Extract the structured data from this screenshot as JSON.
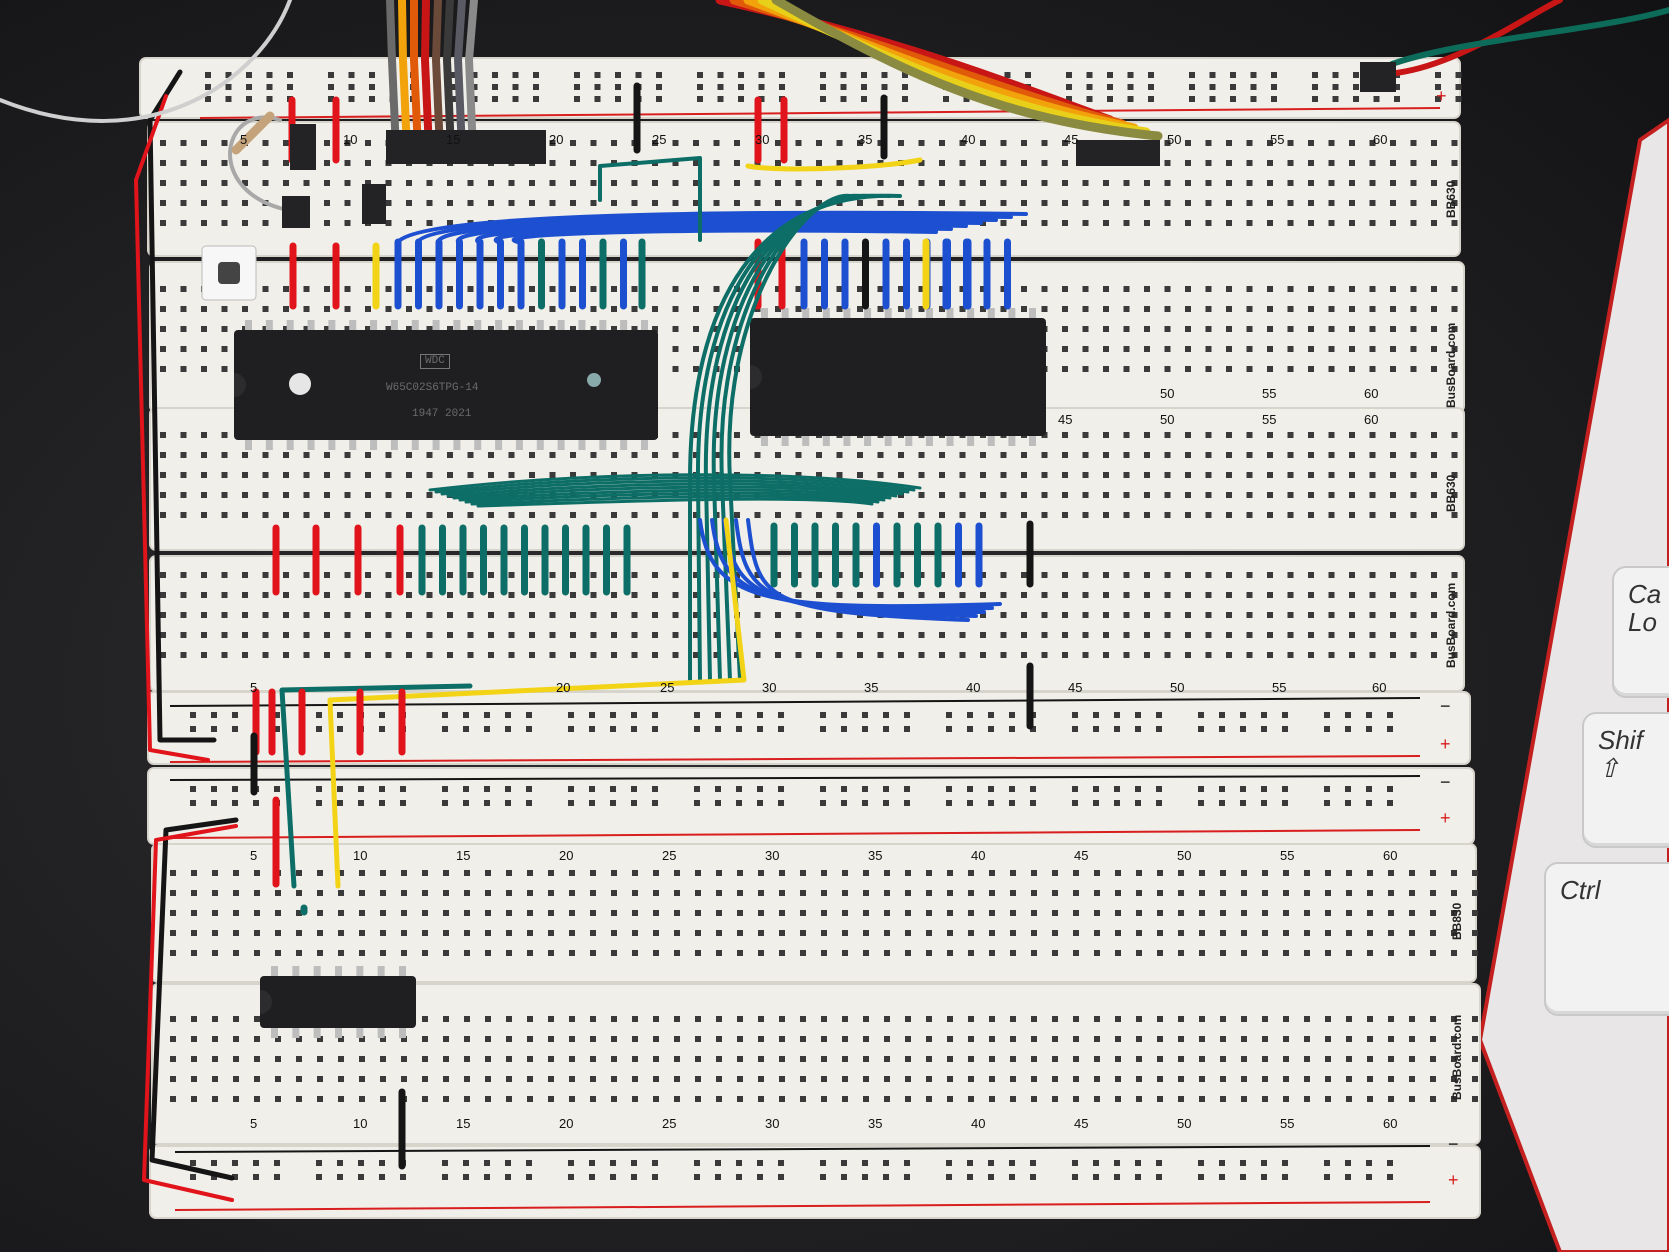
{
  "scene": {
    "boards": [
      {
        "id": "board-top",
        "side_labels": [
          "BB630",
          "BusBoard.com",
          "BB630",
          "BusBoard.com"
        ]
      },
      {
        "id": "board-bottom",
        "side_labels": [
          "BB830",
          "BusBoard.com"
        ]
      }
    ],
    "column_numbers_rows": [
      {
        "id": "top-a",
        "numbers": [
          "5",
          "10",
          "15",
          "20",
          "25",
          "30",
          "35",
          "40",
          "45",
          "50",
          "55",
          "60"
        ]
      },
      {
        "id": "top-b",
        "numbers": [
          "50",
          "55",
          "60"
        ]
      },
      {
        "id": "top-c",
        "numbers": [
          "45",
          "50",
          "55",
          "60"
        ]
      },
      {
        "id": "top-d",
        "numbers": [
          "5",
          "20",
          "25",
          "30",
          "35",
          "40",
          "45",
          "50",
          "55",
          "60"
        ]
      },
      {
        "id": "bot-a",
        "numbers": [
          "5",
          "10",
          "15",
          "20",
          "25",
          "30",
          "35",
          "40",
          "45",
          "50",
          "55",
          "60"
        ]
      },
      {
        "id": "bot-b",
        "numbers": [
          "5",
          "10",
          "15",
          "20",
          "25",
          "30",
          "35",
          "40",
          "45",
          "50",
          "55",
          "60"
        ]
      }
    ],
    "rail_signs": {
      "plus": "+",
      "minus": "−"
    },
    "cpu_chip": {
      "logo": "WDC",
      "lines": [
        "W65C02S6TPG-14",
        "",
        "1947 2021"
      ]
    },
    "keyboard_keys": [
      "Ca\nLo",
      "Shif\n⇧",
      "Ctrl"
    ],
    "colors": {
      "board": "#f1efe9",
      "rail_red": "#d81e1e",
      "rail_black": "#151515",
      "wire_blue": "#1d4fd1",
      "wire_green": "#0c6e66",
      "wire_red": "#e0141a",
      "wire_yellow": "#f2d316",
      "chip": "#1f1f21"
    }
  }
}
